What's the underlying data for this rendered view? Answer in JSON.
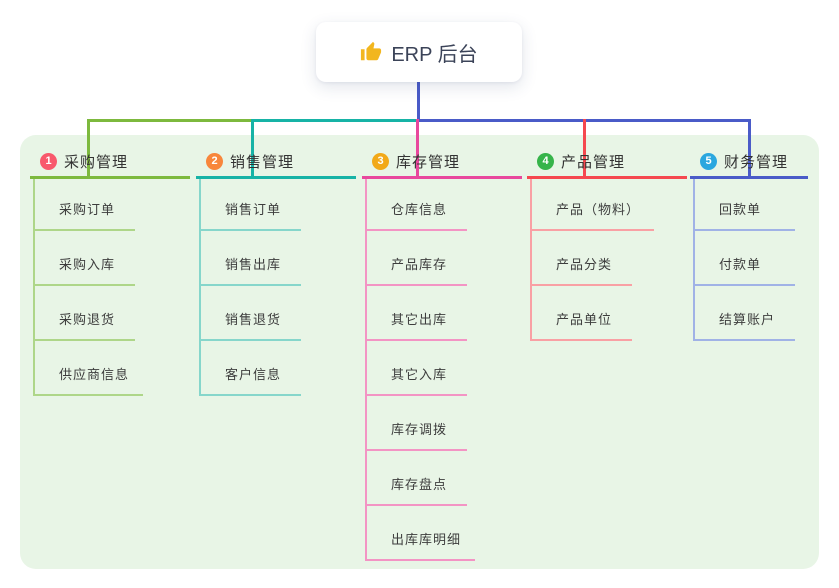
{
  "root": {
    "title": "ERP 后台",
    "icon": "thumbs-up-icon",
    "icon_color": "#f2b61e",
    "text_color": "#3b4358",
    "background": "#ffffff"
  },
  "canvas": {
    "background": "#ffffff",
    "panel_background": "#e8f5e6",
    "root_connector_color": "#4a5bc8"
  },
  "branches": [
    {
      "badge": "1",
      "label": "采购管理",
      "badge_color": "#f8596c",
      "line_color": "#7db93e",
      "child_line_color": "#aed689",
      "children": [
        "采购订单",
        "采购入库",
        "采购退货",
        "供应商信息"
      ]
    },
    {
      "badge": "2",
      "label": "销售管理",
      "badge_color": "#f8863b",
      "line_color": "#17b3a6",
      "child_line_color": "#86d6cb",
      "children": [
        "销售订单",
        "销售出库",
        "销售退货",
        "客户信息"
      ]
    },
    {
      "badge": "3",
      "label": "库存管理",
      "badge_color": "#f2a918",
      "line_color": "#e8489d",
      "child_line_color": "#f394c4",
      "children": [
        "仓库信息",
        "产品库存",
        "其它出库",
        "其它入库",
        "库存调拨",
        "库存盘点",
        "出库库明细"
      ]
    },
    {
      "badge": "4",
      "label": "产品管理",
      "badge_color": "#36b44a",
      "line_color": "#f5484f",
      "child_line_color": "#f9a0a4",
      "children": [
        "产品（物料）",
        "产品分类",
        "产品单位"
      ]
    },
    {
      "badge": "5",
      "label": "财务管理",
      "badge_color": "#2aa7df",
      "line_color": "#4a5bc8",
      "child_line_color": "#a0b2e6",
      "children": [
        "回款单",
        "付款单",
        "结算账户"
      ]
    }
  ]
}
